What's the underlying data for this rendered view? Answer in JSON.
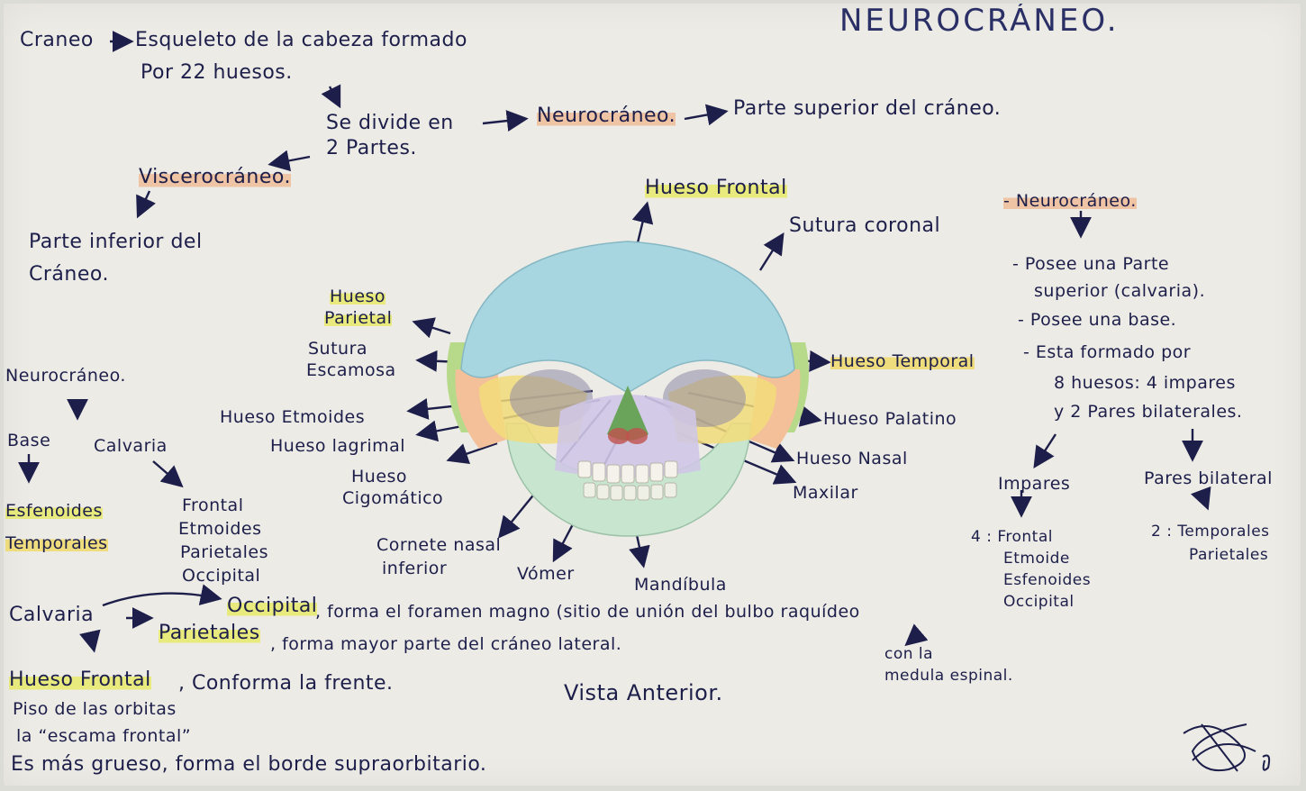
{
  "title": "NEUROCRÁNEO.",
  "intro": {
    "craneo": "Craneo",
    "definicion_1": "Esqueleto de la cabeza formado",
    "definicion_2": "Por 22 huesos.",
    "divide_1": "Se divide en",
    "divide_2": "2 Partes.",
    "neurocraneo": "Neurocráneo.",
    "neurocraneo_desc": "Parte superior del cráneo.",
    "viscerocraneo": "Viscerocráneo.",
    "visc_desc_1": "Parte inferior del",
    "visc_desc_2": "Cráneo."
  },
  "left_section": {
    "heading": "Neurocráneo.",
    "base": "Base",
    "calvaria": "Calvaria",
    "base_items": [
      "Esfenoides",
      "Temporales"
    ],
    "calvaria_items": [
      "Frontal",
      "Etmoides",
      "Parietales",
      "Occipital"
    ]
  },
  "diagram_labels": {
    "frontal": "Hueso Frontal",
    "coronal": "Sutura coronal",
    "parietal_1": "Hueso",
    "parietal_2": "Parietal",
    "escamosa_1": "Sutura",
    "escamosa_2": "Escamosa",
    "temporal": "Hueso Temporal",
    "etmoides": "Hueso Etmoides",
    "palatino": "Hueso Palatino",
    "lagrimal": "Hueso lagrimal",
    "nasal": "Hueso Nasal",
    "cigomatico_1": "Hueso",
    "cigomatico_2": "Cigomático",
    "maxilar": "Maxilar",
    "cornete_1": "Cornete nasal",
    "cornete_2": "inferior",
    "vomer": "Vómer",
    "mandibula": "Mandíbula"
  },
  "right_section": {
    "heading": "- Neurocráneo.",
    "l1": "- Posee una Parte",
    "l2": "superior (calvaria).",
    "l3": "- Posee una base.",
    "l4": "- Esta formado por",
    "l5": "8 huesos: 4 impares",
    "l6": "y 2 Pares bilaterales.",
    "impares": "Impares",
    "pares": "Pares bilateral",
    "impares_count": "4 : Frontal",
    "impares_items": [
      "Etmoide",
      "Esfenoides",
      "Occipital"
    ],
    "pares_count": "2 : Temporales",
    "pares_items": [
      "Parietales"
    ]
  },
  "bottom_section": {
    "calvaria": "Calvaria",
    "occipital": "Occipital",
    "occipital_desc": ", forma el foramen magno (sitio de unión del bulbo raquídeo",
    "occipital_desc_2": "con la",
    "occipital_desc_3": "medula espinal.",
    "parietales": "Parietales",
    "parietales_desc": ", forma mayor parte del cráneo lateral.",
    "frontal": "Hueso Frontal",
    "frontal_desc": ", Conforma la frente.",
    "frontal_l2": "Piso de las orbitas",
    "frontal_l3": "la “escama frontal”",
    "frontal_l4": "Es más grueso, forma el borde supraorbitario.",
    "vista": "Vista Anterior."
  },
  "colors": {
    "ink": "#1d1f4a",
    "highlight_yellow": "#e6e95a",
    "highlight_orange": "#f0aa78",
    "frontal_bone": "#a8d6e0",
    "parietal_bone": "#b7d98a",
    "temporal_bone": "#f3c09a",
    "mandible": "#c8e6cf"
  },
  "signature": "signature-mark"
}
